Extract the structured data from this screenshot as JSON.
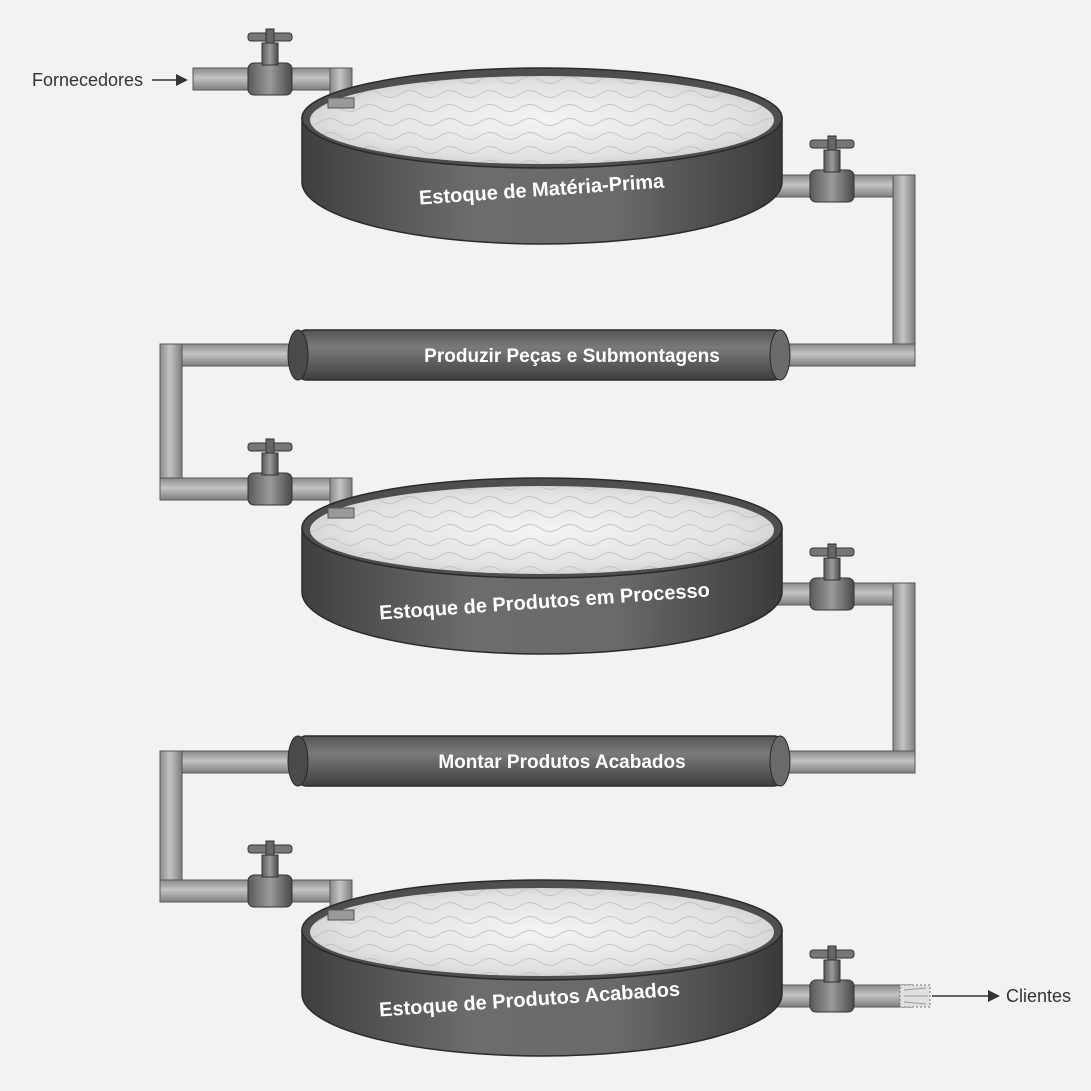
{
  "inputs": {
    "suppliers": "Fornecedores"
  },
  "outputs": {
    "customers": "Clientes"
  },
  "tanks": [
    {
      "label": "Estoque de Matéria-Prima"
    },
    {
      "label": "Estoque de Produtos em Processo"
    },
    {
      "label": "Estoque de Produtos Acabados"
    }
  ],
  "processes": [
    {
      "label": "Produzir Peças e Submontagens"
    },
    {
      "label": "Montar Produtos Acabados"
    }
  ],
  "colors": {
    "tank_body": "#5e5e5e",
    "pipe": "#9e9e9e",
    "water": "#e6e6e6",
    "border": "#1a1a1a"
  }
}
